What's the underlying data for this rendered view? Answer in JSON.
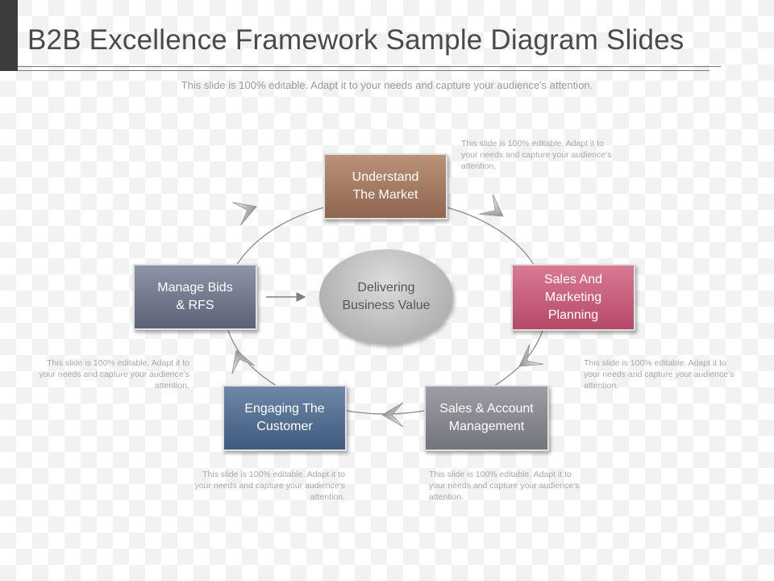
{
  "header": {
    "title": "B2B Excellence Framework Sample Diagram Slides",
    "subtitle": "This slide is 100% editable. Adapt it to your needs and capture your audience's attention."
  },
  "center": {
    "label": "Delivering\nBusiness Value"
  },
  "steps": [
    {
      "label": "Understand\nThe Market",
      "color": "#a47c64"
    },
    {
      "label": "Sales And\nMarketing\nPlanning",
      "color": "#c9607e"
    },
    {
      "label": "Sales & Account\nManagement",
      "color": "#888990"
    },
    {
      "label": "Engaging The\nCustomer",
      "color": "#566f92"
    },
    {
      "label": "Manage Bids\n& RFS",
      "color": "#737a8e"
    }
  ],
  "notes": [
    "This slide is 100% editable. Adapt it to your needs and capture your audience's attention.",
    "This slide is 100% editable. Adapt it to your needs and capture your audience's attention.",
    "This slide is 100% editable. Adapt it to your needs and capture your audience's attention.",
    "This slide is 100% editable. Adapt it to your needs and capture your audience's attention.",
    "This slide is 100% editable. Adapt it to your needs and capture your audience's attention."
  ]
}
